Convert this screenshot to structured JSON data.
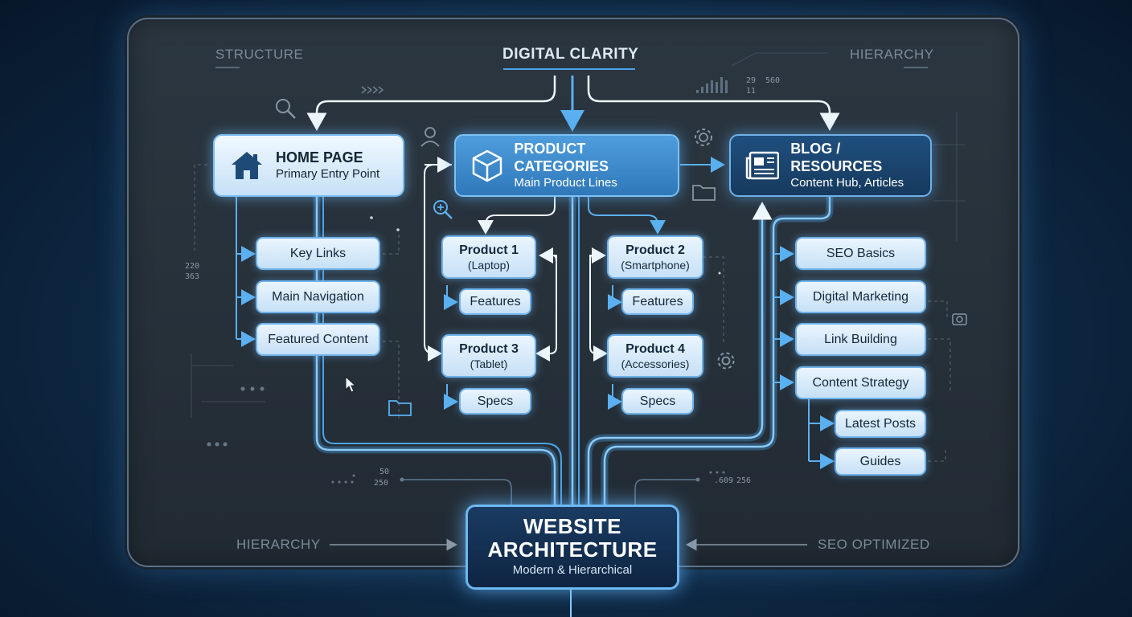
{
  "labels": {
    "structure": "STRUCTURE",
    "digital_clarity": "DIGITAL CLARITY",
    "hierarchy_top": "HIERARCHY",
    "hierarchy_bottom": "HIERARCHY",
    "seo_optimized": "SEO OPTIMIZED"
  },
  "home": {
    "title": "HOME PAGE",
    "subtitle": "Primary Entry Point",
    "children": [
      "Key Links",
      "Main Navigation",
      "Featured Content"
    ]
  },
  "products": {
    "title": "PRODUCT CATEGORIES",
    "subtitle": "Main Product Lines",
    "items": [
      {
        "name": "Product 1",
        "detail": "(Laptop)",
        "child": "Features"
      },
      {
        "name": "Product 2",
        "detail": "(Smartphone)",
        "child": "Features"
      },
      {
        "name": "Product 3",
        "detail": "(Tablet)",
        "child": "Specs"
      },
      {
        "name": "Product 4",
        "detail": "(Accessories)",
        "child": "Specs"
      }
    ]
  },
  "blog": {
    "title": "BLOG / RESOURCES",
    "subtitle": "Content Hub, Articles",
    "children": [
      "SEO Basics",
      "Digital Marketing",
      "Link Building",
      "Content Strategy"
    ],
    "sub_children": [
      "Latest Posts",
      "Guides"
    ]
  },
  "core": {
    "title_line1": "WEBSITE",
    "title_line2": "ARCHITECTURE",
    "subtitle": "Modern & Hierarchical"
  },
  "deco_numbers": {
    "top_right_a": "29",
    "top_right_b": "560",
    "top_right_c": "11",
    "left_a": "220",
    "left_b": "363",
    "bottom_a": "50",
    "bottom_b": "250",
    "bottom_right_a": ".609",
    "bottom_right_b": "256"
  },
  "colors": {
    "accent": "#6fb2ea",
    "wire_blue": "#4aa3ea",
    "wire_white": "#e8f2fb",
    "panel": "#28323c"
  }
}
